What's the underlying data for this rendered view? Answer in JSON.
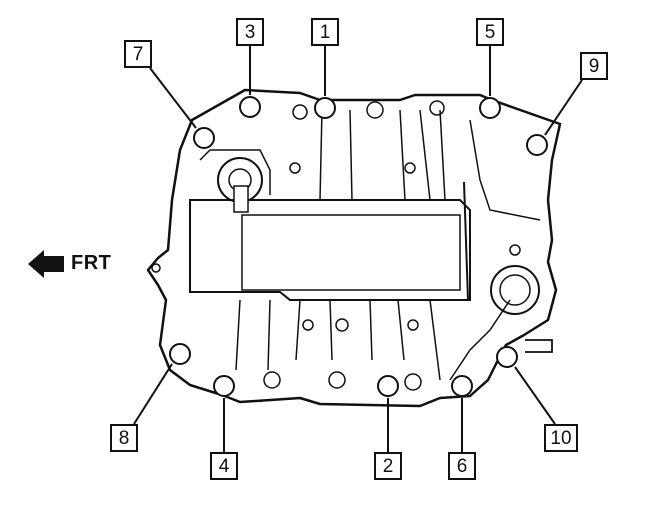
{
  "direction": {
    "label": "FRT"
  },
  "callouts": [
    {
      "id": "1",
      "label": "1"
    },
    {
      "id": "2",
      "label": "2"
    },
    {
      "id": "3",
      "label": "3"
    },
    {
      "id": "4",
      "label": "4"
    },
    {
      "id": "5",
      "label": "5"
    },
    {
      "id": "6",
      "label": "6"
    },
    {
      "id": "7",
      "label": "7"
    },
    {
      "id": "8",
      "label": "8"
    },
    {
      "id": "9",
      "label": "9"
    },
    {
      "id": "10",
      "label": "10"
    }
  ]
}
